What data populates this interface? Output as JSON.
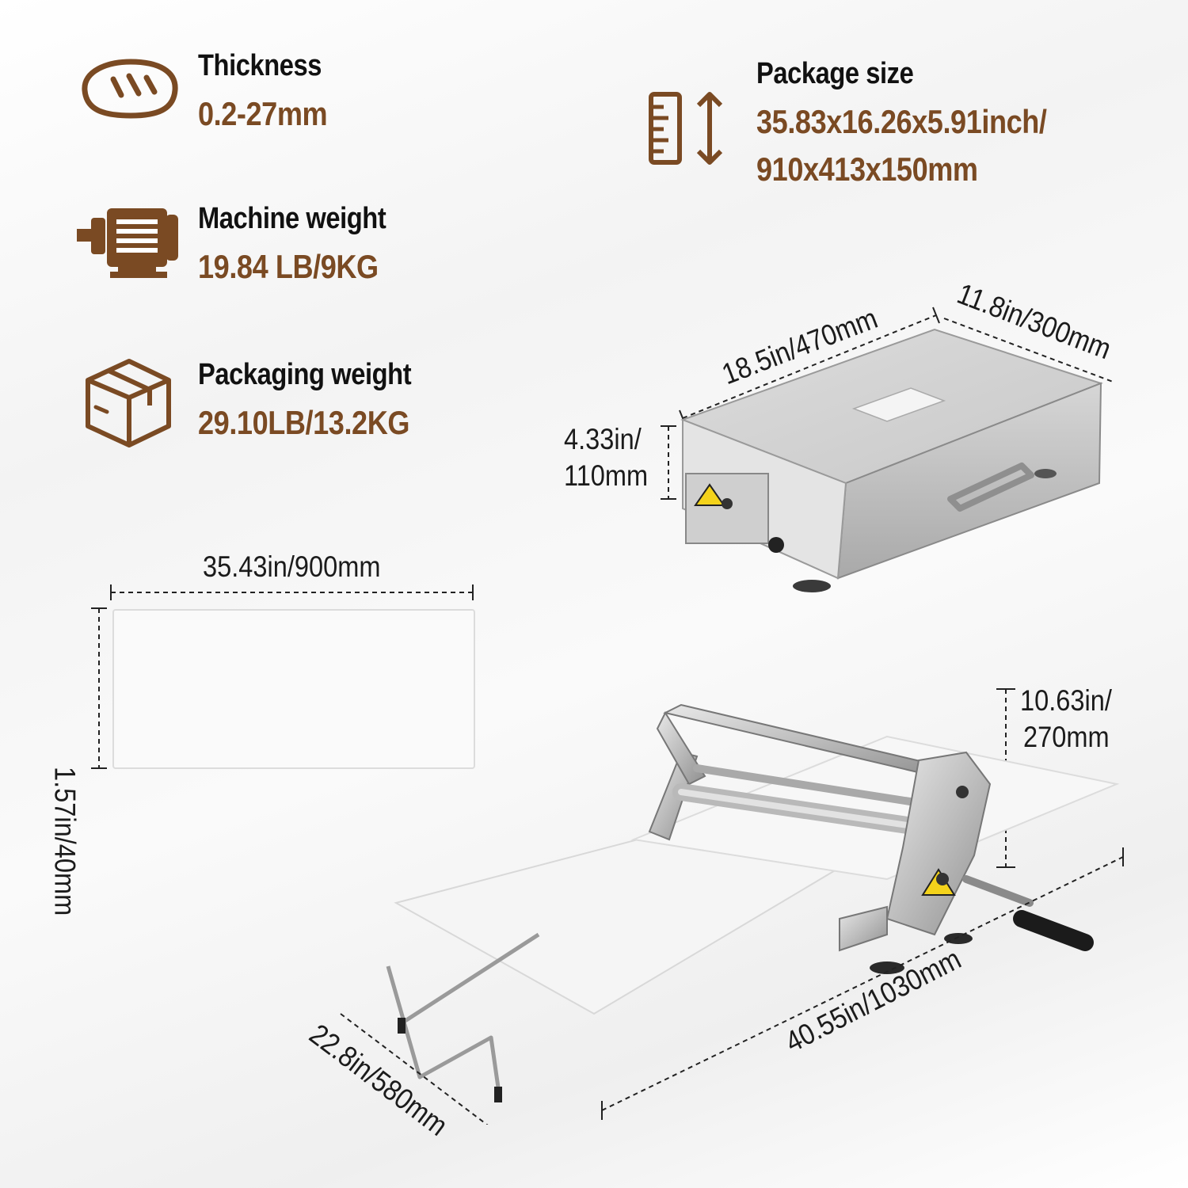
{
  "accent_color": "#7a4a23",
  "specs": {
    "thickness": {
      "label": "Thickness",
      "value": "0.2-27mm",
      "icon": "bread-icon"
    },
    "machine_weight": {
      "label": "Machine weight",
      "value": "19.84 LB/9KG",
      "icon": "motor-icon"
    },
    "packaging_weight": {
      "label": "Packaging weight",
      "value": "29.10LB/13.2KG",
      "icon": "box-icon"
    },
    "package_size": {
      "label": "Package size",
      "value_line1": "35.83x16.26x5.91inch/",
      "value_line2": "910x413x150mm",
      "icon": "ruler-height-icon"
    }
  },
  "dimensions": {
    "box_length": "18.5in/470mm",
    "box_depth": "11.8in/300mm",
    "box_height_line1": "4.33in/",
    "box_height_line2": "110mm",
    "board_width": "35.43in/900mm",
    "board_thickness": "1.57in/40mm",
    "machine_height_line1": "10.63in/",
    "machine_height_line2": "270mm",
    "machine_length": "40.55in/1030mm",
    "machine_width": "22.8in/580mm"
  }
}
